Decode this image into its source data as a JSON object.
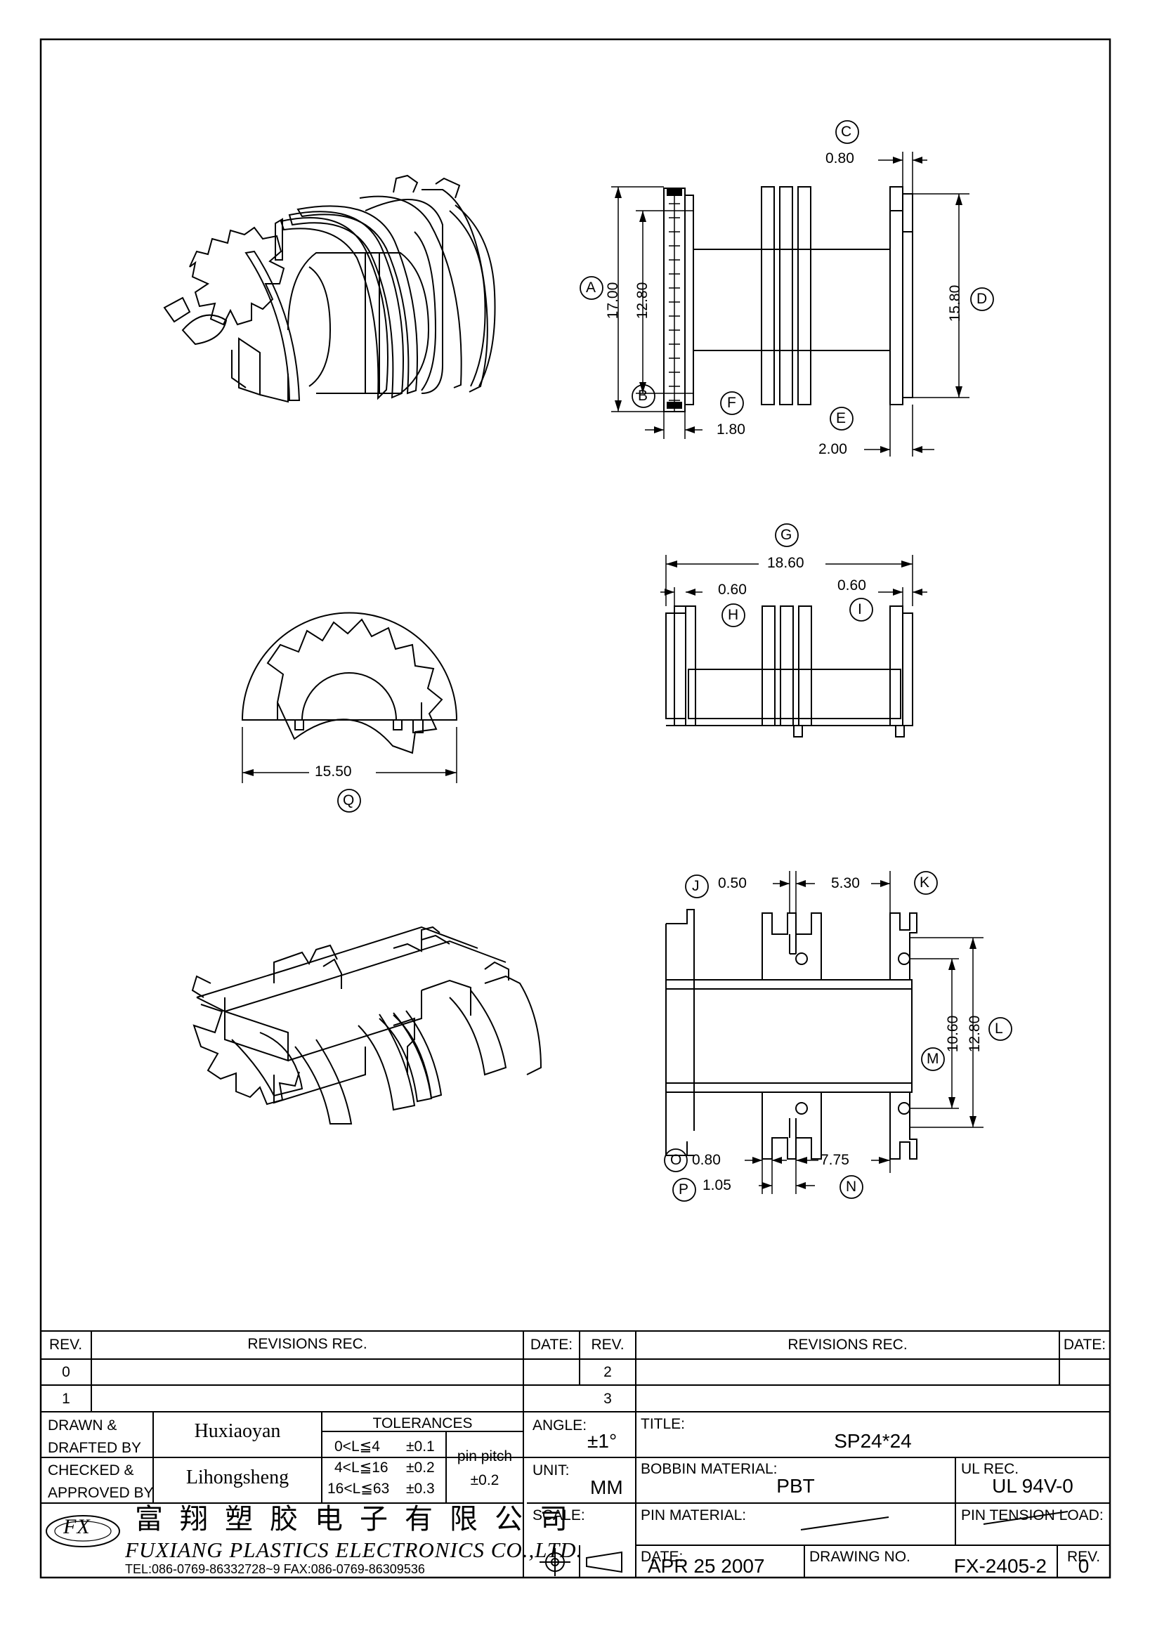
{
  "drawing": {
    "dimensions": {
      "c": {
        "letter": "C",
        "value": "0.80"
      },
      "a": {
        "letter": "A",
        "value": "17.00"
      },
      "b": {
        "letter": "B",
        "value": "12.80"
      },
      "d": {
        "letter": "D",
        "value": "15.80"
      },
      "f": {
        "letter": "F",
        "value": "1.80"
      },
      "e": {
        "letter": "E",
        "value": "2.00"
      },
      "g": {
        "letter": "G",
        "value": "18.60"
      },
      "h": {
        "letter": "H",
        "value": "0.60"
      },
      "i": {
        "letter": "I",
        "value": "0.60"
      },
      "q": {
        "letter": "Q",
        "value": "15.50"
      },
      "j": {
        "letter": "J",
        "value": "0.50"
      },
      "k": {
        "letter": "K",
        "value": "5.30"
      },
      "l": {
        "letter": "L",
        "value": "12.80"
      },
      "m": {
        "letter": "M",
        "value": "10.60"
      },
      "o": {
        "letter": "O",
        "value": "0.80"
      },
      "n": {
        "letter": "N",
        "value": "7.75"
      },
      "p": {
        "letter": "P",
        "value": "1.05"
      }
    }
  },
  "title_block": {
    "revisions": {
      "rev_header": "REV.",
      "revisions_header": "REVISIONS    REC.",
      "date_header": "DATE:",
      "left_revs": [
        "0",
        "1"
      ],
      "right_revs": [
        "2",
        "3"
      ]
    },
    "drawn_label": "DRAWN &\nDRAFTED BY",
    "drawn_by": "Huxiaoyan",
    "checked_label": "CHECKED &\nAPPROVED BY",
    "checked_by": "Lihongsheng",
    "tolerances_label": "TOLERANCES",
    "tolerance_rows": [
      {
        "range": "0<L≦4",
        "tol": "±0.1"
      },
      {
        "range": "4<L≦16",
        "tol": "±0.2"
      },
      {
        "range": "16<L≦63",
        "tol": "±0.3"
      }
    ],
    "pin_pitch_label": "pin pitch",
    "pin_pitch_tol": "±0.2",
    "angle_label": "ANGLE:",
    "angle_value": "±1°",
    "unit_label": "UNIT:",
    "unit_value": "MM",
    "scale_label": "SCALE:",
    "title_label": "TITLE:",
    "title_value": "SP24*24",
    "bobbin_material_label": "BOBBIN MATERIAL:",
    "bobbin_material_value": "PBT",
    "ul_rec_label": "UL REC.",
    "ul_rec_value": "UL 94V-0",
    "pin_material_label": "PIN MATERIAL:",
    "pin_tension_label": "PIN TENSION LOAD:",
    "date_label": "DATE:",
    "date_value": "APR 25 2007",
    "drawing_no_label": "DRAWING NO.",
    "drawing_no_value": "FX-2405-2",
    "rev_label": "REV.",
    "rev_value": "0",
    "company_cn": "富翔塑胶电子有限公司",
    "company_en": "FUXIANG PLASTICS ELECTRONICS CO.,LTD.",
    "contact": "TEL:086-0769-86332728~9  FAX:086-0769-86309536",
    "logo_text": "FX"
  },
  "colors": {
    "ink": "#000000",
    "paper": "#ffffff"
  }
}
